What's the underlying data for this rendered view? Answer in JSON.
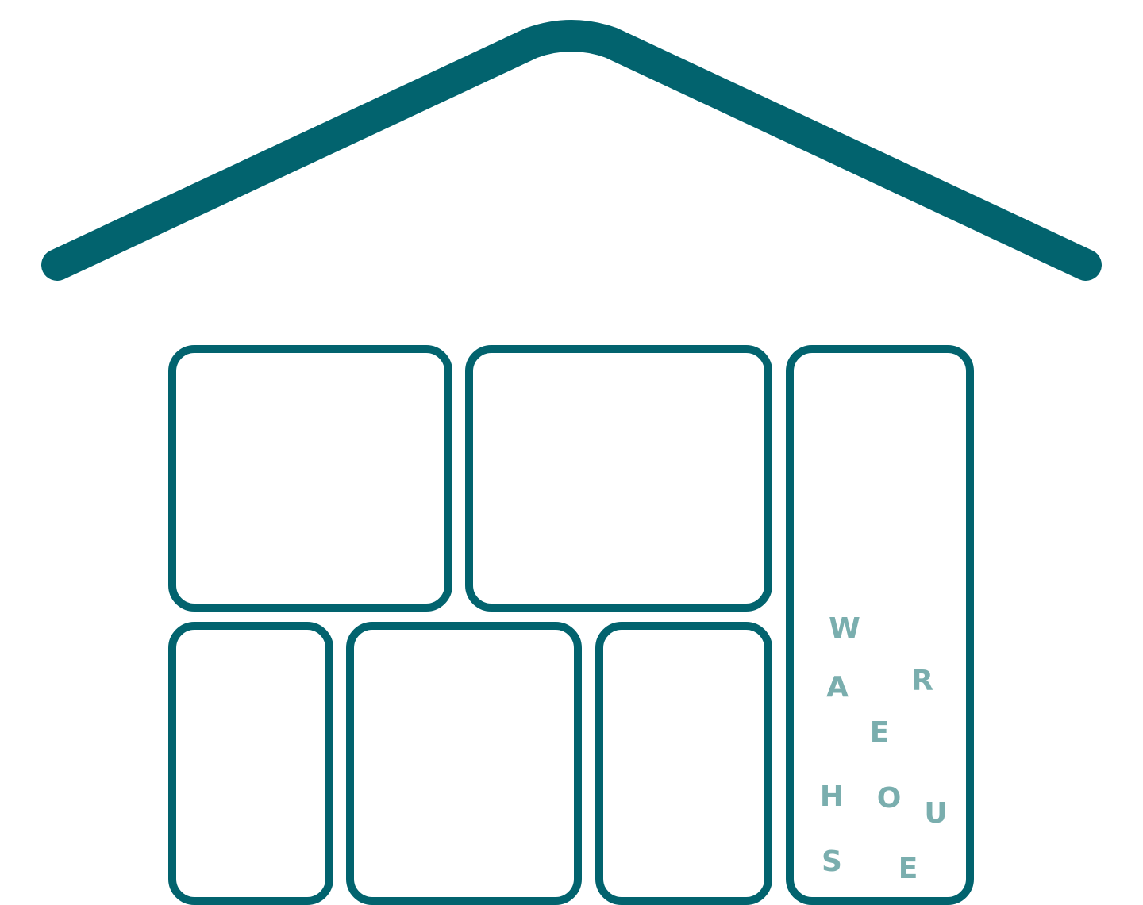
{
  "colors": {
    "stroke": "#02636E",
    "letters": "#7AAEAE",
    "background": "#FFFFFF"
  },
  "scattered_word": {
    "letters": [
      "W",
      "A",
      "R",
      "E",
      "H",
      "O",
      "U",
      "S",
      "E"
    ]
  }
}
